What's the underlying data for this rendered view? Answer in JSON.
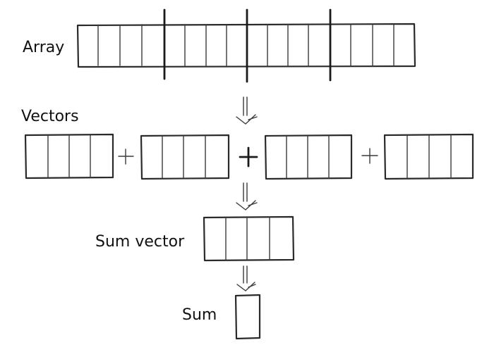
{
  "labels": {
    "array": "Array",
    "vectors": "Vectors",
    "sum_vector": "Sum vector",
    "sum": "Sum"
  },
  "structure": {
    "array_cells": 16,
    "vector_count": 4,
    "vector_cells": 4,
    "sum_vector_cells": 4,
    "sum_cells": 1
  }
}
